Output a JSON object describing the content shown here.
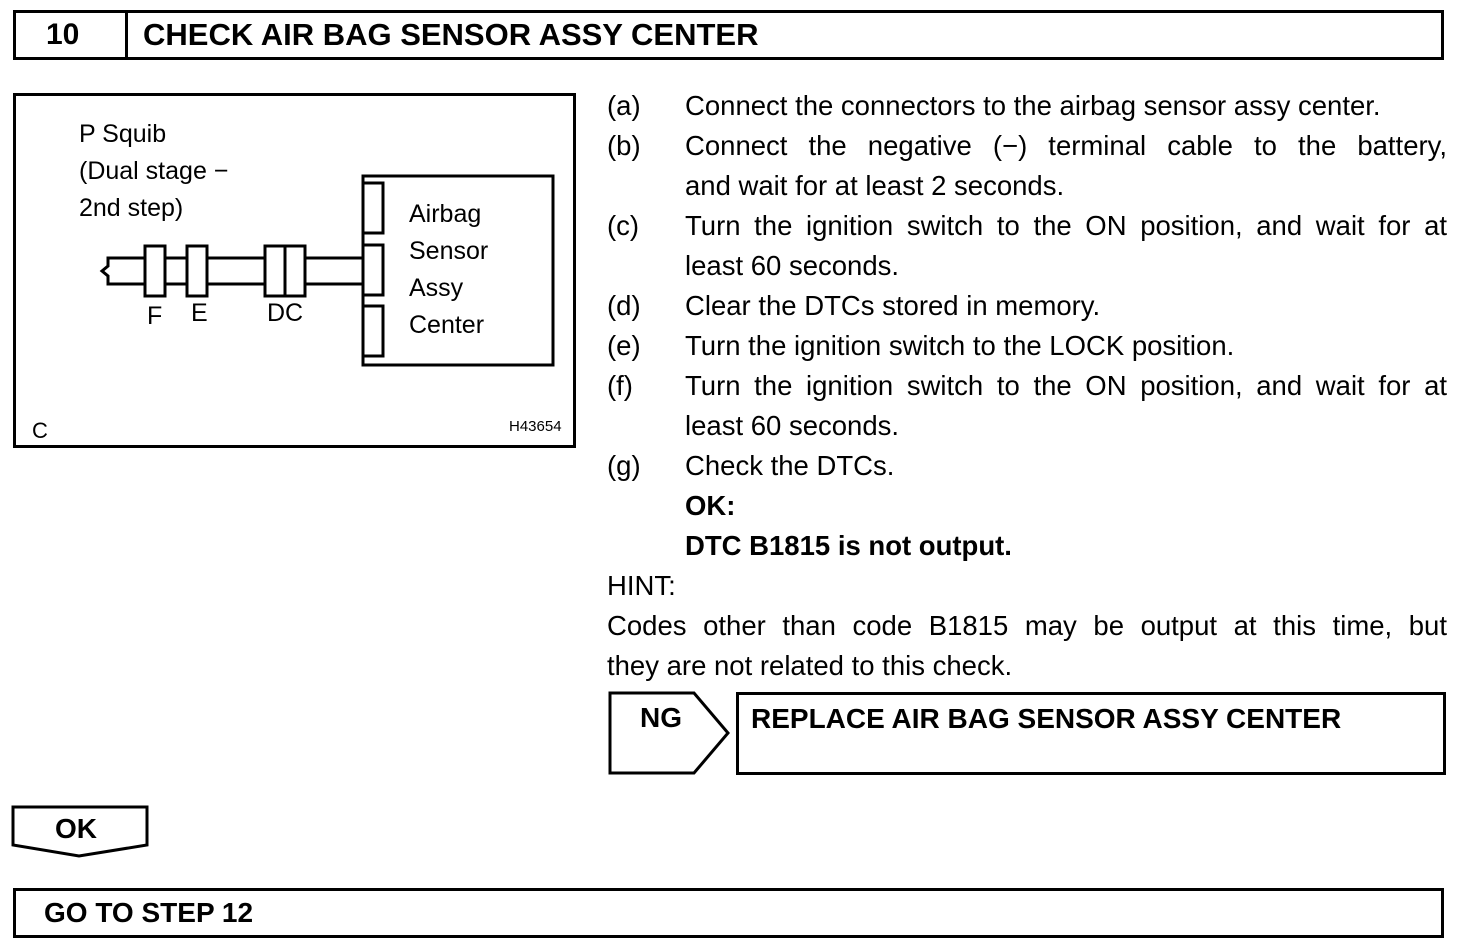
{
  "header": {
    "step_number": "10",
    "title": "CHECK AIR BAG SENSOR ASSY CENTER"
  },
  "figure": {
    "squib_label": [
      "P Squib",
      "(Dual stage −",
      "2nd step)"
    ],
    "sensor_label": [
      "Airbag",
      "Sensor",
      "Assy",
      "Center"
    ],
    "connector_labels": {
      "f": "F",
      "e": "E",
      "dc": "DC"
    },
    "corner_letter": "C",
    "figure_id": "H43654"
  },
  "steps": [
    {
      "label": "(a)",
      "lines": [
        "Connect the connectors to the airbag sensor assy center."
      ]
    },
    {
      "label": "(b)",
      "lines": [
        "Connect the negative (−) terminal cable to the battery,",
        "and wait for at least 2 seconds."
      ]
    },
    {
      "label": "(c)",
      "lines": [
        "Turn the ignition switch to the ON position, and wait for at",
        "least 60 seconds."
      ]
    },
    {
      "label": "(d)",
      "lines": [
        "Clear the DTCs stored in memory."
      ]
    },
    {
      "label": "(e)",
      "lines": [
        "Turn the ignition switch to the LOCK position."
      ]
    },
    {
      "label": "(f)",
      "lines": [
        "Turn the ignition switch to the ON position, and wait for at",
        "least 60 seconds."
      ]
    },
    {
      "label": "(g)",
      "lines": [
        "Check the DTCs."
      ]
    }
  ],
  "ok_result": {
    "heading": "OK:",
    "text": "DTC B1815 is not output."
  },
  "hint": {
    "heading": "HINT:",
    "lines": [
      "Codes other than code B1815 may be output at this time, but",
      "they are not related to this check."
    ]
  },
  "ng_branch": {
    "label": "NG",
    "action": "REPLACE AIR BAG SENSOR ASSY CENTER"
  },
  "ok_branch": {
    "label": "OK",
    "action": "GO TO STEP 12"
  }
}
